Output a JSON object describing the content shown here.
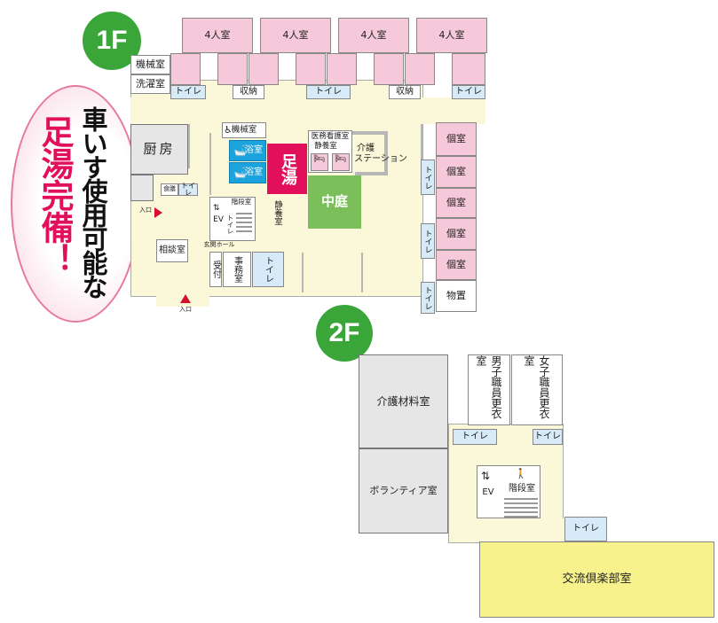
{
  "slogan": {
    "line1": "車いす使用可能な",
    "line2": "足湯完備！"
  },
  "floor1": {
    "badge": "1F",
    "rooms": {
      "four_person": "4人室",
      "machine_room": "機械室",
      "laundry_room": "洗濯室",
      "toilet": "トイレ",
      "storage": "収納",
      "kitchen": "厨房",
      "machine_room_small": "機械室",
      "bath": "浴室",
      "foot_bath": "足湯",
      "medical_room": "医務看護室",
      "rest_room": "静養室",
      "care_station_line1": "介護",
      "care_station_line2": "ステーション",
      "courtyard": "中庭",
      "private_room": "個室",
      "storage_room": "物置",
      "dishes": "食膳",
      "entrance": "入口",
      "consult_room": "相談室",
      "stairs": "階段室",
      "ev": "EV",
      "entrance_hall": "玄関ホール",
      "reception": "受付",
      "office": "事務室",
      "rest_room_v": "静養室"
    }
  },
  "floor2": {
    "badge": "2F",
    "rooms": {
      "care_material": "介護材料室",
      "male_locker": "男子職員更衣室",
      "female_locker": "女子職員更衣室",
      "toilet": "トイレ",
      "volunteer": "ボランティア室",
      "ev": "EV",
      "stairs": "階段室",
      "club_room": "交流倶楽部室"
    }
  },
  "colors": {
    "badge_green": "#3aa63a",
    "foot_bath_red": "#e2105a",
    "courtyard_green": "#7bbf5a",
    "bath_blue": "#1aa3dc",
    "pink_room": "#f5c9da",
    "club_yellow": "#f7f28b",
    "corridor_cream": "#fbf8da",
    "gray_room": "#e6e6e6",
    "slogan_red": "#e2105a"
  }
}
